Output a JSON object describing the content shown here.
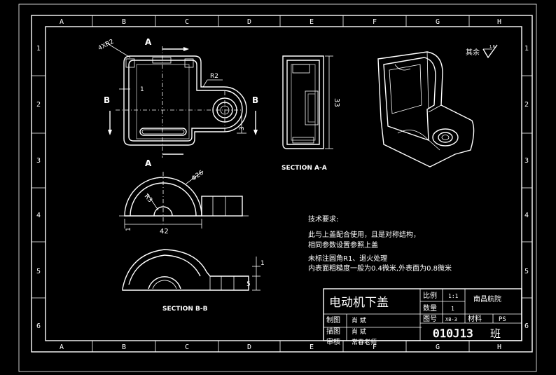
{
  "border": {
    "columns": [
      "A",
      "B",
      "C",
      "D",
      "E",
      "F",
      "G",
      "H"
    ],
    "rows": [
      "1",
      "2",
      "3",
      "4",
      "5",
      "6"
    ]
  },
  "views": {
    "section_aa_label": "SECTION A-A",
    "section_bb_label": "SECTION B-B",
    "marker_a": "A",
    "marker_b": "B"
  },
  "dimensions": {
    "corner_radius": "4XR2",
    "r2": "R2",
    "thickness_1": "1",
    "dim_3": "3",
    "height_33": "33",
    "diameter_26": "Φ26",
    "r3": "R3",
    "width_42": "42",
    "left_1": "1",
    "dim_1_right": "1",
    "dim_5": "5"
  },
  "surface": {
    "label": "其余",
    "value": "1.6"
  },
  "tech_requirements": {
    "title": "技术要求:",
    "lines": [
      "此与上盖配合使用，且是对称结构，",
      "相同参数设置参照上盖",
      "未标注圆角R1、退火处理",
      "内表面粗糙度一般为0.4微米,外表面为0.8微米"
    ]
  },
  "title_block": {
    "part_name": "电动机下盖",
    "scale_label": "比例",
    "scale_value": "1:1",
    "qty_label": "数量",
    "qty_value": "1",
    "school": "南昌航院",
    "drawing_no_label": "图号",
    "drawing_no_value": "XB-3",
    "material_label": "材料",
    "material_value": "PS",
    "drawn_label": "制图",
    "drawn_name": "肖 斌",
    "traced_label": "描图",
    "traced_name": "肖 斌",
    "checked_label": "审核",
    "checked_name": "常春老师",
    "class_code": "010J13",
    "class_suffix": "班"
  }
}
